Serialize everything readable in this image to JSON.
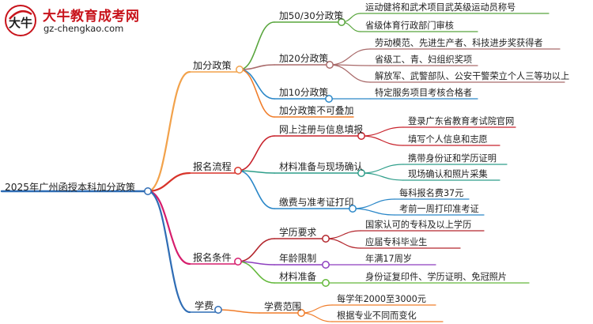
{
  "logo": {
    "title": "大牛教育成考网",
    "url": "gz-chengkao.com",
    "mark_text": "大牛"
  },
  "colors": {
    "root": "#2f6db5",
    "policy": "#f2a24b",
    "process": "#d8342a",
    "conditions": "#d61d6c",
    "fee": "#2f6db5",
    "g1": "#58a53c",
    "g2": "#a96a6a",
    "g3": "#2a87c8",
    "g4": "#f07d2a",
    "r1": "#c8232c",
    "r2": "#2e9e8a",
    "r3": "#2a87c8",
    "c1": "#b3262d",
    "c2": "#8d3fbf",
    "c3": "#63b83a",
    "f1": "#f07d2a"
  },
  "mindmap": {
    "root": "2025年广州函授本科加分政策",
    "branches": [
      {
        "label": "加分政策",
        "children": [
          {
            "label": "加50/30分政策",
            "children": [
              "运动健将和武术项目武英级运动员称号",
              "省级体育行政部门审核"
            ]
          },
          {
            "label": "加20分政策",
            "children": [
              "劳动模范、先进生产者、科技进步奖获得者",
              "省级工、青、妇组织奖项",
              "解放军、武警部队、公安干警荣立个人三等功以上"
            ]
          },
          {
            "label": "加10分政策",
            "children": [
              "特定服务项目考核合格者"
            ]
          },
          {
            "label": "加分政策不可叠加",
            "children": []
          }
        ]
      },
      {
        "label": "报名流程",
        "children": [
          {
            "label": "网上注册与信息填报",
            "children": [
              "登录广东省教育考试院官网",
              "填写个人信息和志愿"
            ]
          },
          {
            "label": "材料准备与现场确认",
            "children": [
              "携带身份证和学历证明",
              "现场确认和照片采集"
            ]
          },
          {
            "label": "缴费与准考证打印",
            "children": [
              "每科报名费37元",
              "考前一周打印准考证"
            ]
          }
        ]
      },
      {
        "label": "报名条件",
        "children": [
          {
            "label": "学历要求",
            "children": [
              "国家认可的专科及以上学历",
              "应届专科毕业生"
            ]
          },
          {
            "label": "年龄限制",
            "children": [
              "年满17周岁"
            ]
          },
          {
            "label": "材料准备",
            "children": [
              "身份证复印件、学历证明、免冠照片"
            ]
          }
        ]
      },
      {
        "label": "学费",
        "children": [
          {
            "label": "学费范围",
            "children": [
              "每学年2000至3000元",
              "根据专业不同而变化"
            ]
          }
        ]
      }
    ]
  }
}
